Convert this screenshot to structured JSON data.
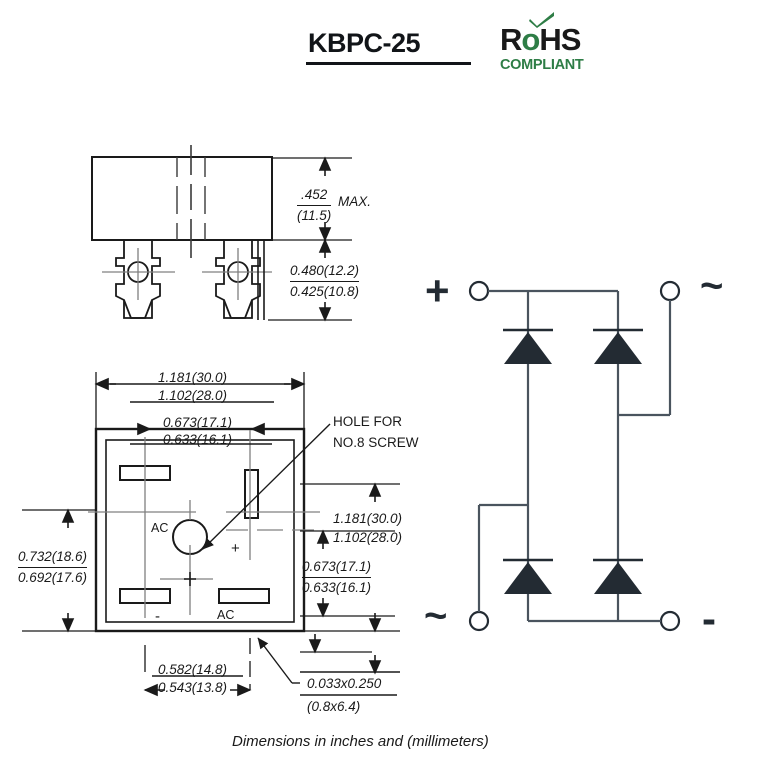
{
  "header": {
    "title": "KBPC-25",
    "rohs": {
      "r": "R",
      "o": "o",
      "hs": "HS",
      "compliant": "COMPLIANT",
      "check_icon": "check-icon",
      "green": "#2e7d46",
      "black": "#1a1a1a"
    }
  },
  "side_view": {
    "height_dim": {
      "top": ".452",
      "bottom": "(11.5)",
      "suffix": "MAX."
    },
    "lead_dim": {
      "top": "0.480(12.2)",
      "bottom": "0.425(10.8)"
    }
  },
  "top_view": {
    "width_dim": {
      "top": "1.181(30.0)",
      "bottom": "1.102(28.0)"
    },
    "inner_width_dim": {
      "top": "0.673(17.1)",
      "bottom": "0.633(16.1)"
    },
    "height_dim": {
      "top": "0.732(18.6)",
      "bottom": "0.692(17.6)"
    },
    "right_height_dim": {
      "top": "1.181(30.0)",
      "bottom": "1.102(28.0)"
    },
    "right_inner_height_dim": {
      "top": "0.673(17.1)",
      "bottom": "0.633(16.1)"
    },
    "bottom_dim": {
      "top": "0.582(14.8)",
      "bottom": "0.543(13.8)"
    },
    "terminal_dim": {
      "top": "0.033x0.250",
      "bottom": "(0.8x6.4)"
    },
    "hole_note": {
      "line1": "HOLE FOR",
      "line2": "NO.8 SCREW"
    },
    "pin_labels": {
      "ac_left": "AC",
      "ac_bottom": "AC",
      "plus": "+",
      "minus": "-"
    }
  },
  "schematic": {
    "terminal_plus": "+",
    "terminal_minus": "-",
    "terminal_ac_top": "~",
    "terminal_ac_bottom": "~",
    "diode_count": 4,
    "line_color": "#4a545e",
    "diode_color": "#232b33"
  },
  "caption": "Dimensions in inches and (millimeters)"
}
